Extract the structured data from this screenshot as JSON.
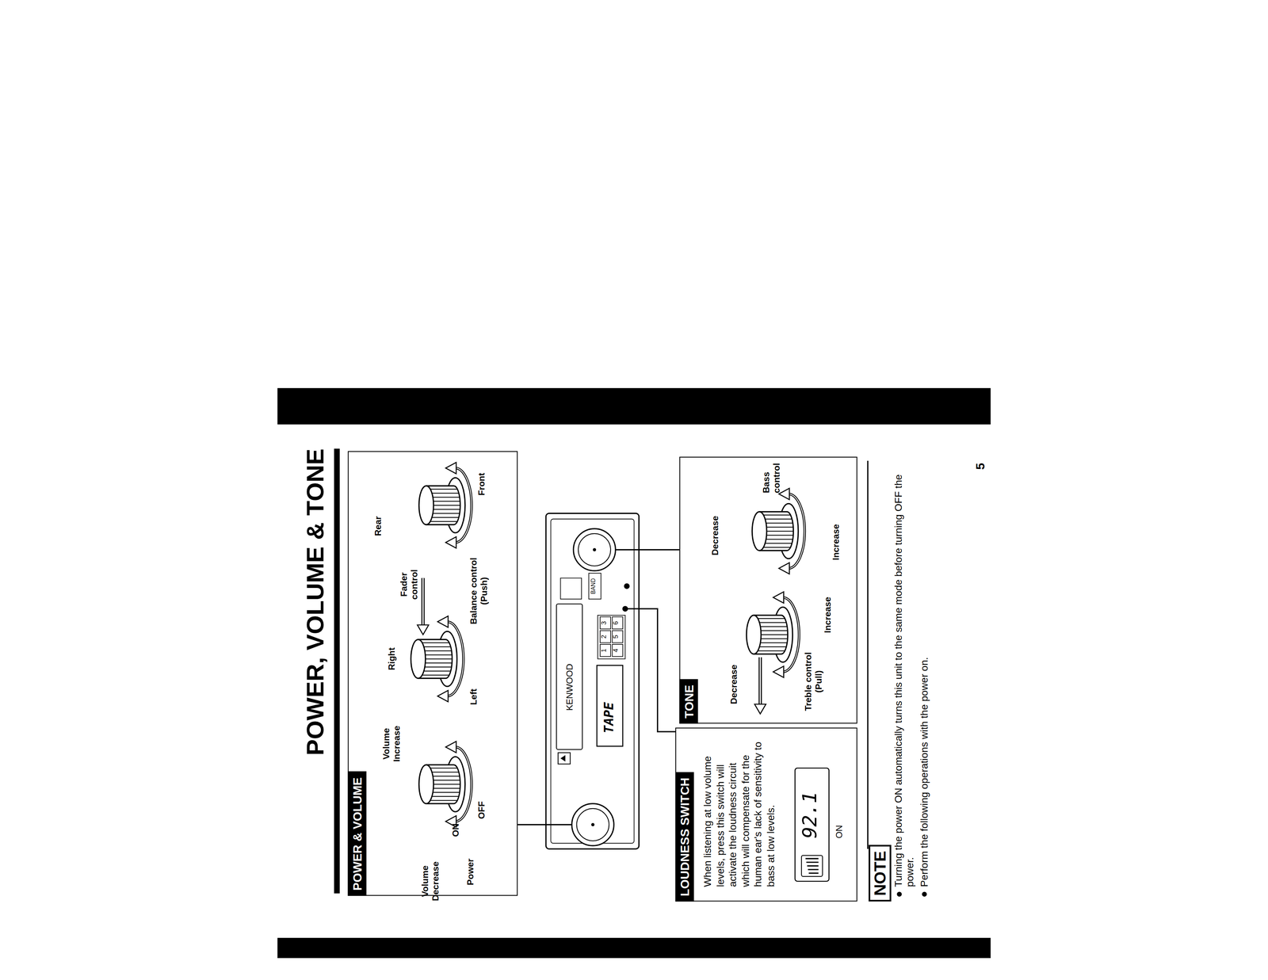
{
  "diagram": {
    "title": "POWER, VOLUME & TONE",
    "nodes": [
      {
        "text": [
          "POWER & VOLUME"
        ]
      },
      {
        "text": [
          "LOUDNESS SWITCH",
          "When listening at low volume levels, press this switch will activate the loudness circuit which will compensate for the human ear's lack of sensitivity to bass at low levels."
        ]
      },
      {
        "text": [
          "TONE"
        ]
      },
      {
        "text": [
          "NOTE"
        ]
      }
    ],
    "labels": [
      "Volume Decrease",
      "Volume Increase",
      "ON",
      "Power",
      "OFF",
      "Right",
      "Left",
      "Balance control (Push)",
      "Fader control",
      "Rear",
      "Front",
      "KENWOOD",
      "TAPE",
      "1",
      "2",
      "3",
      "4",
      "5",
      "6",
      "BAND",
      "92.1",
      "ON",
      "Decrease",
      "Treble control (Pull)",
      "Increase",
      "Decrease",
      "Bass control",
      "Increase",
      "Turning the power ON automatically turns this unit to the same mode before turning OFF the power.",
      "Perform the following operations with the power on.",
      "5"
    ]
  }
}
